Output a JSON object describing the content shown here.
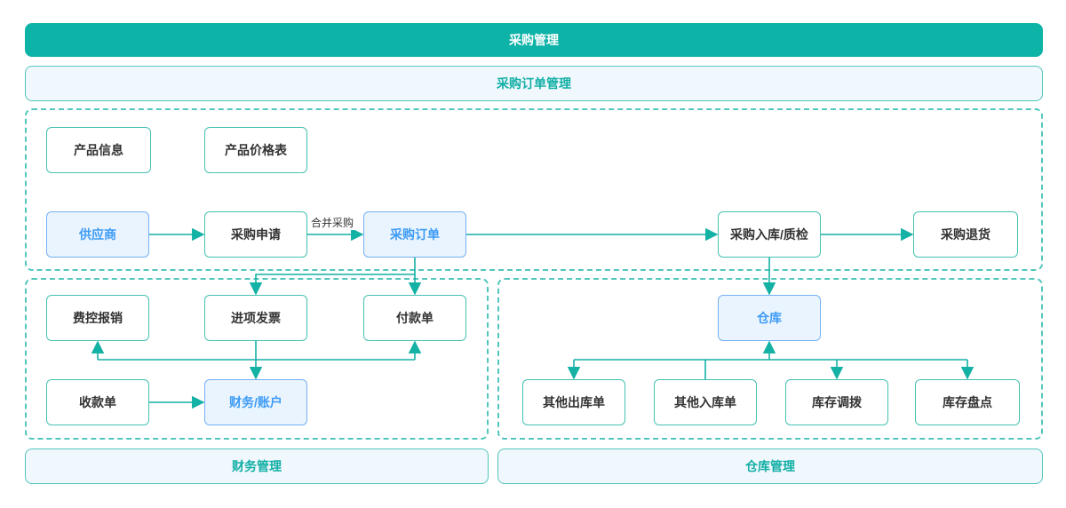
{
  "header": {
    "title": "采购管理"
  },
  "subheader": {
    "title": "采购订单管理"
  },
  "section_bars": {
    "finance": {
      "label": "财务管理"
    },
    "warehouse": {
      "label": "仓库管理"
    }
  },
  "nodes": {
    "product_info": {
      "label": "产品信息",
      "style": "default"
    },
    "product_price": {
      "label": "产品价格表",
      "style": "default"
    },
    "supplier": {
      "label": "供应商",
      "style": "blue"
    },
    "purchase_request": {
      "label": "采购申请",
      "style": "default"
    },
    "purchase_order": {
      "label": "采购订单",
      "style": "blue"
    },
    "purchase_inbound": {
      "label": "采购入库/质检",
      "style": "default"
    },
    "purchase_return": {
      "label": "采购退货",
      "style": "default"
    },
    "expense_claim": {
      "label": "费控报销",
      "style": "default"
    },
    "input_invoice": {
      "label": "进项发票",
      "style": "default"
    },
    "payment_order": {
      "label": "付款单",
      "style": "default"
    },
    "receipt_order": {
      "label": "收款单",
      "style": "default"
    },
    "finance_account": {
      "label": "财务/账户",
      "style": "blue"
    },
    "warehouse": {
      "label": "仓库",
      "style": "blue"
    },
    "other_outbound": {
      "label": "其他出库单",
      "style": "default"
    },
    "other_inbound": {
      "label": "其他入库单",
      "style": "default"
    },
    "stock_transfer": {
      "label": "库存调拨",
      "style": "default"
    },
    "stock_count": {
      "label": "库存盘点",
      "style": "default"
    }
  },
  "edge_labels": {
    "merge_purchase": "合并采购"
  },
  "edges": [
    {
      "from": "供应商",
      "to": "采购申请"
    },
    {
      "from": "采购申请",
      "to": "采购订单",
      "label": "合并采购"
    },
    {
      "from": "采购订单",
      "to": "采购入库/质检"
    },
    {
      "from": "采购入库/质检",
      "to": "采购退货"
    },
    {
      "from": "采购订单",
      "to": "进项发票"
    },
    {
      "from": "采购订单",
      "to": "付款单"
    },
    {
      "from": "进项发票",
      "to": "费控报销"
    },
    {
      "from": "进项发票",
      "to": "付款单"
    },
    {
      "from": "进项发票",
      "to": "财务/账户"
    },
    {
      "from": "收款单",
      "to": "财务/账户"
    },
    {
      "from": "采购入库/质检",
      "to": "仓库"
    },
    {
      "from": "其他入库单",
      "to": "仓库"
    },
    {
      "from": "仓库",
      "to": "其他出库单"
    },
    {
      "from": "仓库",
      "to": "库存调拨"
    },
    {
      "from": "仓库",
      "to": "库存盘点"
    }
  ],
  "colors": {
    "banner_bg": "#0EB3A8",
    "line_teal": "#14B1A5",
    "node_border_teal": "#45C1B2",
    "dashed_border_teal": "#52C6BB",
    "teal_text": "#12AFA5",
    "blue_text": "#3E9BF5",
    "blue_border": "#74B0F4",
    "blue_bg": "#E9F4FE",
    "bar_bg": "#F0F7FD",
    "dark_text": "#333333"
  }
}
